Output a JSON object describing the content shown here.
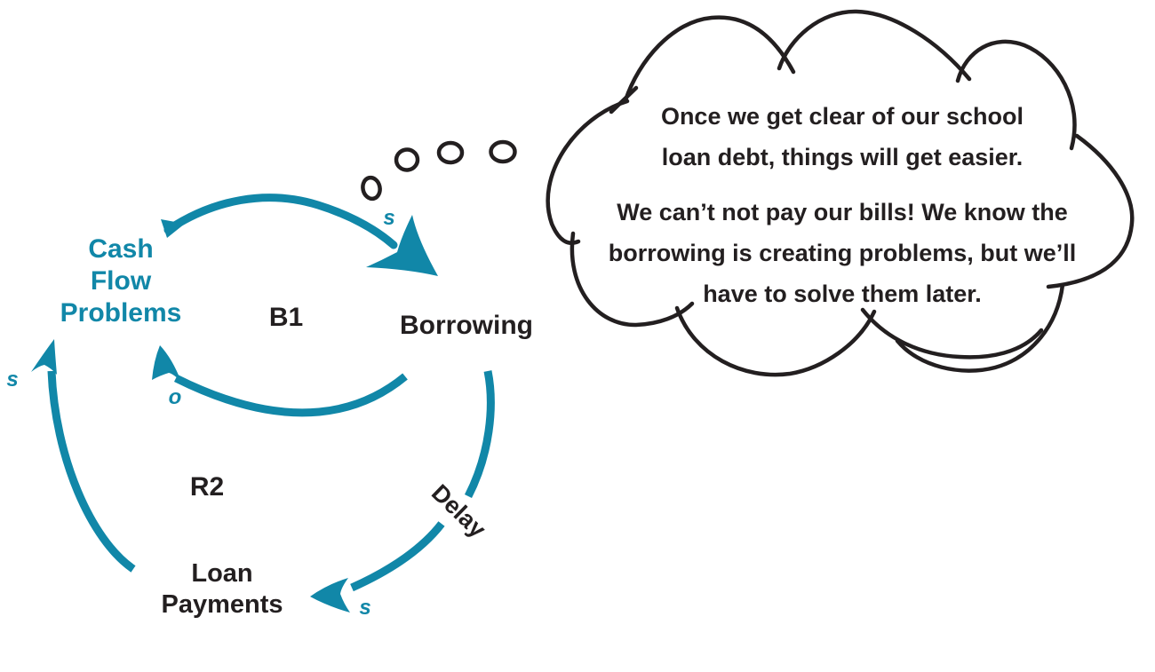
{
  "colors": {
    "teal": "#1187A8",
    "ink": "#231F20"
  },
  "nodes": {
    "cash_flow_problems": {
      "lines": [
        "Cash",
        "Flow",
        "Problems"
      ]
    },
    "borrowing": {
      "label": "Borrowing"
    },
    "loan_payments": {
      "lines": [
        "Loan",
        "Payments"
      ]
    }
  },
  "loops": {
    "b1": {
      "label": "B1"
    },
    "r2": {
      "label": "R2"
    }
  },
  "links": [
    {
      "from": "Cash Flow Problems",
      "to": "Borrowing",
      "polarity": "s"
    },
    {
      "from": "Borrowing",
      "to": "Cash Flow Problems",
      "polarity": "o"
    },
    {
      "from": "Borrowing",
      "to": "Loan Payments",
      "polarity": "s",
      "delay": "Delay"
    },
    {
      "from": "Loan Payments",
      "to": "Cash Flow Problems",
      "polarity": "s"
    }
  ],
  "thought_bubble": {
    "paragraphs": [
      {
        "lines": [
          "Once we get clear of our school",
          "loan debt, things will get easier."
        ]
      },
      {
        "lines": [
          "We can’t not pay our bills! We know the",
          "borrowing is creating problems, but we’ll",
          "have to solve them later."
        ]
      }
    ]
  }
}
